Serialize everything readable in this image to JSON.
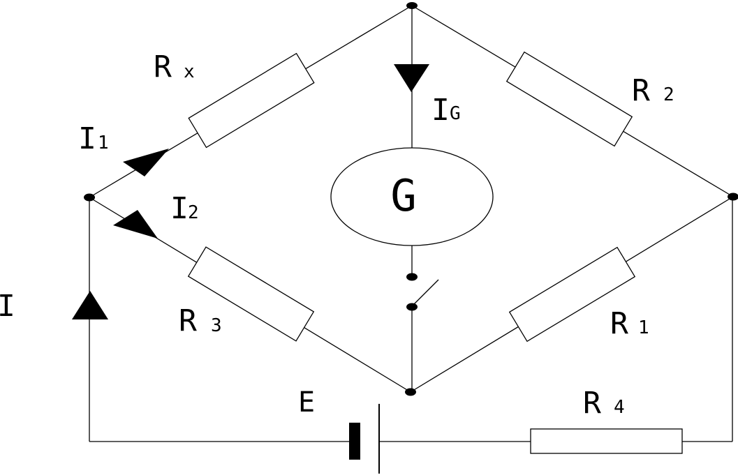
{
  "diagram": {
    "kind": "circuit",
    "description": "Wheatstone bridge with galvanometer, battery and open switch",
    "colors": {
      "background": "#ffffff",
      "line": "#000000"
    }
  },
  "labels": {
    "rx": {
      "base": "R",
      "sub": "x"
    },
    "r2": {
      "base": "R",
      "sub": "2"
    },
    "r3": {
      "base": "R",
      "sub": "3"
    },
    "r1": {
      "base": "R",
      "sub": "1"
    },
    "r4": {
      "base": "R",
      "sub": "4"
    },
    "i": {
      "base": "I"
    },
    "i1": {
      "base": "I",
      "sub": "1"
    },
    "i2": {
      "base": "I",
      "sub": "2"
    },
    "ig": {
      "base": "I",
      "sub": "G"
    },
    "e": {
      "base": "E"
    },
    "g": {
      "base": "G"
    }
  },
  "arrows": {
    "i": "up",
    "i1": "up-right",
    "i2": "down-right",
    "ig": "down"
  },
  "components": {
    "galvanometer": "G",
    "battery": "E",
    "switch_state": "open",
    "resistors": [
      "Rx",
      "R2",
      "R3",
      "R1",
      "R4"
    ]
  }
}
